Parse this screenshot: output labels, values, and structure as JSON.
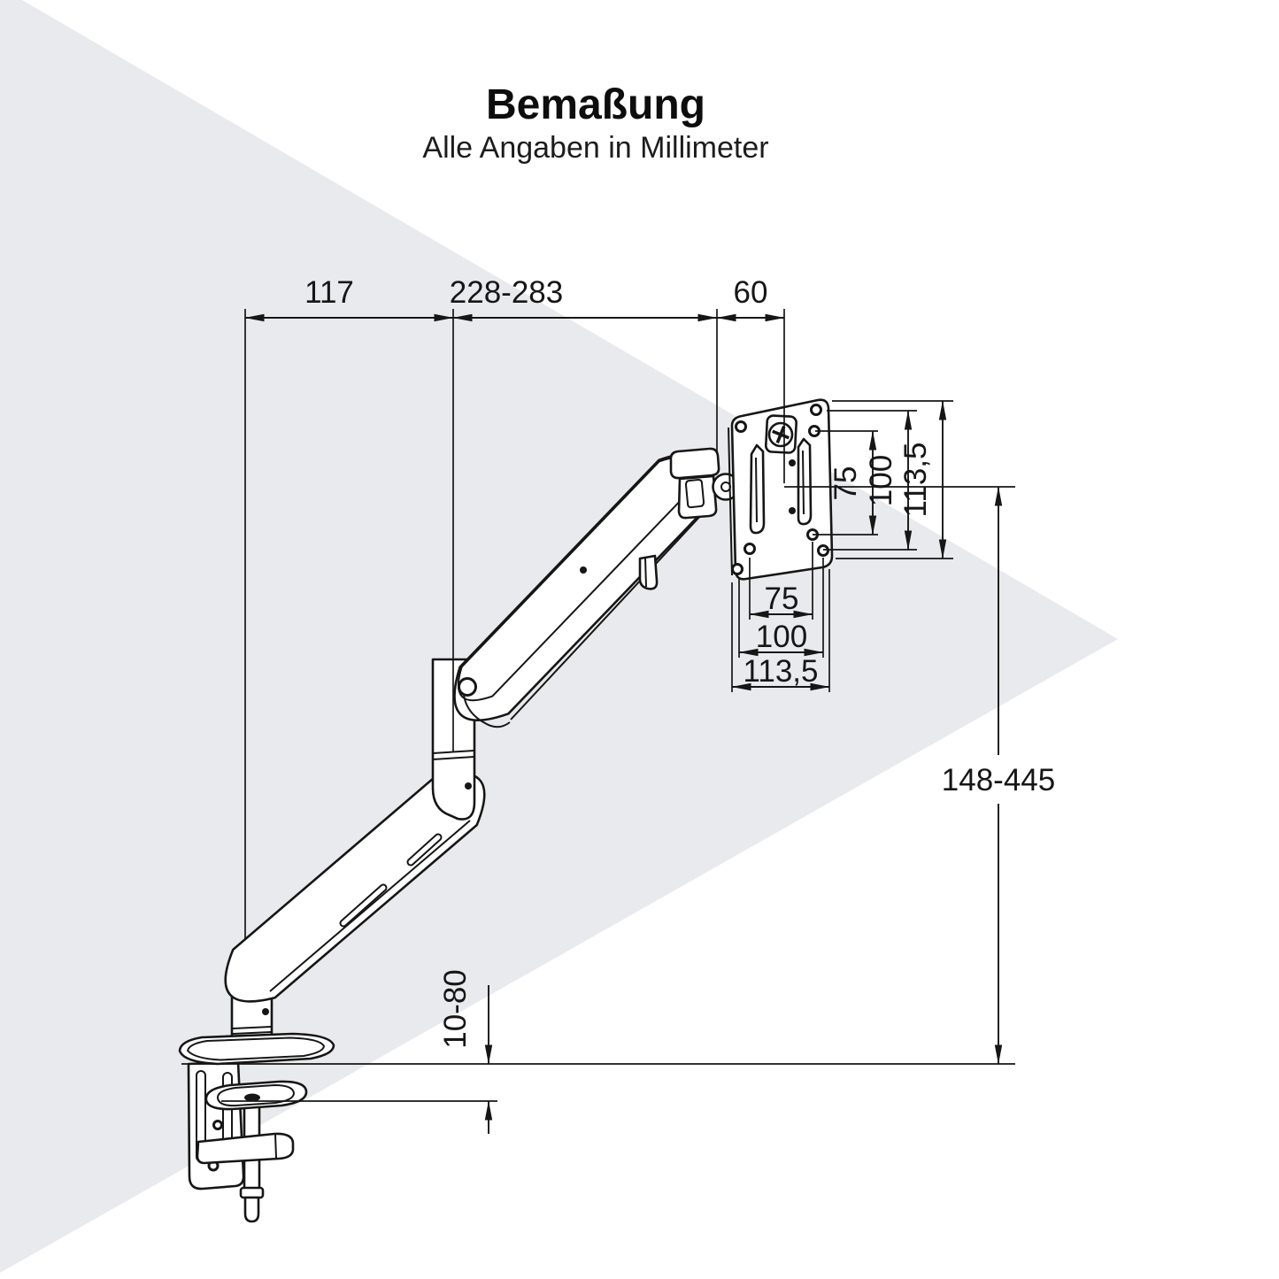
{
  "header": {
    "title": "Bemaßung",
    "subtitle": "Alle Angaben in Millimeter"
  },
  "dims": {
    "pole_offset": "117",
    "arm_reach": "228-283",
    "head_width": "60",
    "vesa_v75": "75",
    "vesa_v100": "100",
    "vesa_v1135": "113,5",
    "vesa_h75": "75",
    "vesa_h100": "100",
    "vesa_h1135": "113,5",
    "height_range": "148-445",
    "clamp_range": "10-80"
  },
  "colors": {
    "background": "#ffffff",
    "watermark_triangle": "#e9eaed",
    "line": "#161616"
  }
}
